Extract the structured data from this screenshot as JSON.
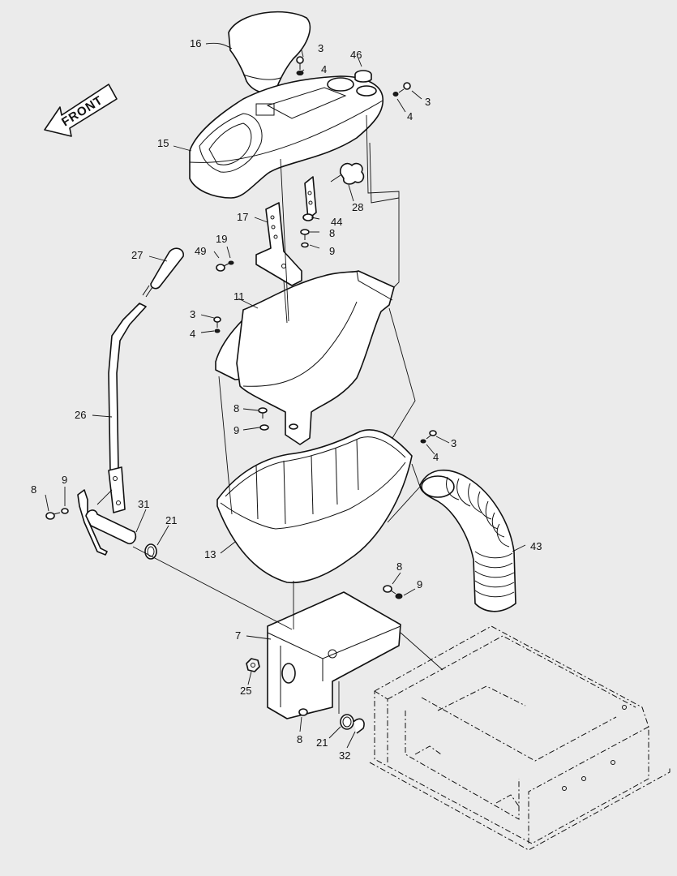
{
  "direction_label": "FRONT",
  "callouts": {
    "c3a": "3",
    "c3b": "3",
    "c3c": "3",
    "c3d": "3",
    "c4a": "4",
    "c4b": "4",
    "c4c": "4",
    "c4d": "4",
    "c7": "7",
    "c8a": "8",
    "c8b": "8",
    "c8c": "8",
    "c8d": "8",
    "c8e": "8",
    "c9a": "9",
    "c9b": "9",
    "c9c": "9",
    "c9d": "9",
    "c11": "11",
    "c13": "13",
    "c15": "15",
    "c16": "16",
    "c17": "17",
    "c19": "19",
    "c21a": "21",
    "c21b": "21",
    "c25": "25",
    "c26": "26",
    "c27": "27",
    "c28": "28",
    "c31": "31",
    "c32": "32",
    "c43": "43",
    "c44": "44",
    "c46": "46",
    "c49": "49"
  }
}
